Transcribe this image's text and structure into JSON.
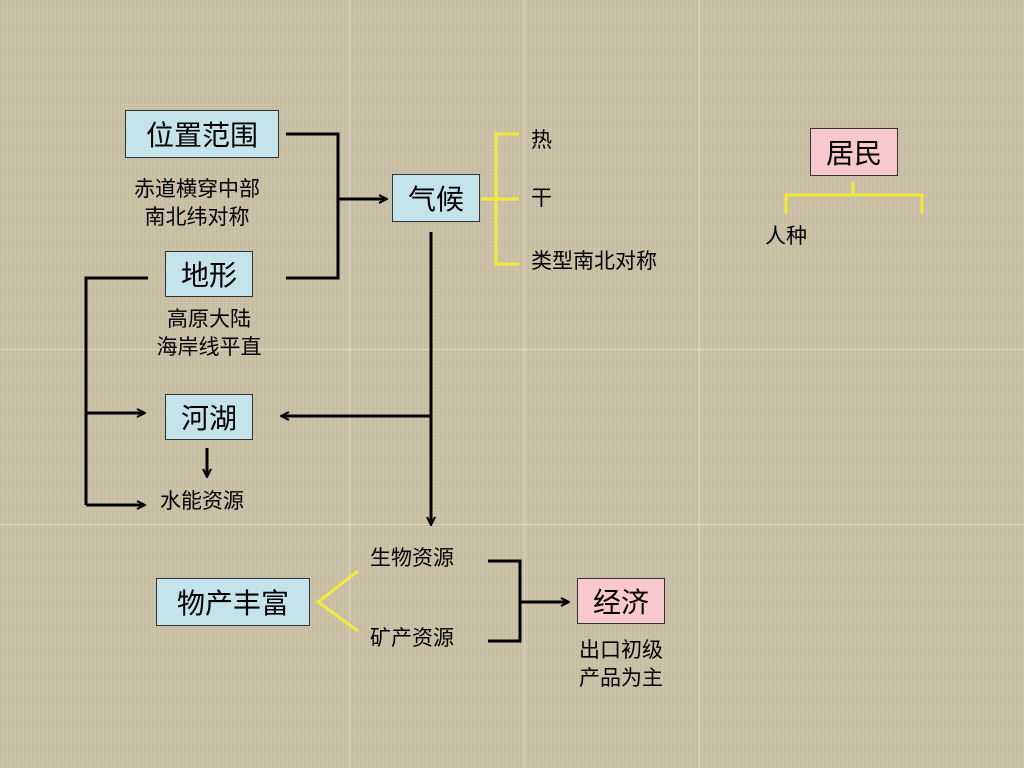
{
  "boxes": {
    "location": "位置范围",
    "terrain": "地形",
    "climate": "气候",
    "rivers": "河湖",
    "products": "物产丰富",
    "economy": "经济",
    "residents": "居民"
  },
  "notes": {
    "location_line1": "赤道横穿中部",
    "location_line2": "南北纬对称",
    "terrain_line1": "高原大陆",
    "terrain_line2": "海岸线平直",
    "hydro": "水能资源",
    "climate_hot": "热",
    "climate_dry": "干",
    "climate_symmetric": "类型南北对称",
    "race": "人种",
    "bio": "生物资源",
    "mineral": "矿产资源",
    "economy_line1": "出口初级",
    "economy_line2": "产品为主"
  },
  "colors": {
    "box_blue": "#c5e3ea",
    "box_pink": "#f8c8cc",
    "yellow_bracket": "#f5ea3a",
    "arrow": "#000000"
  }
}
